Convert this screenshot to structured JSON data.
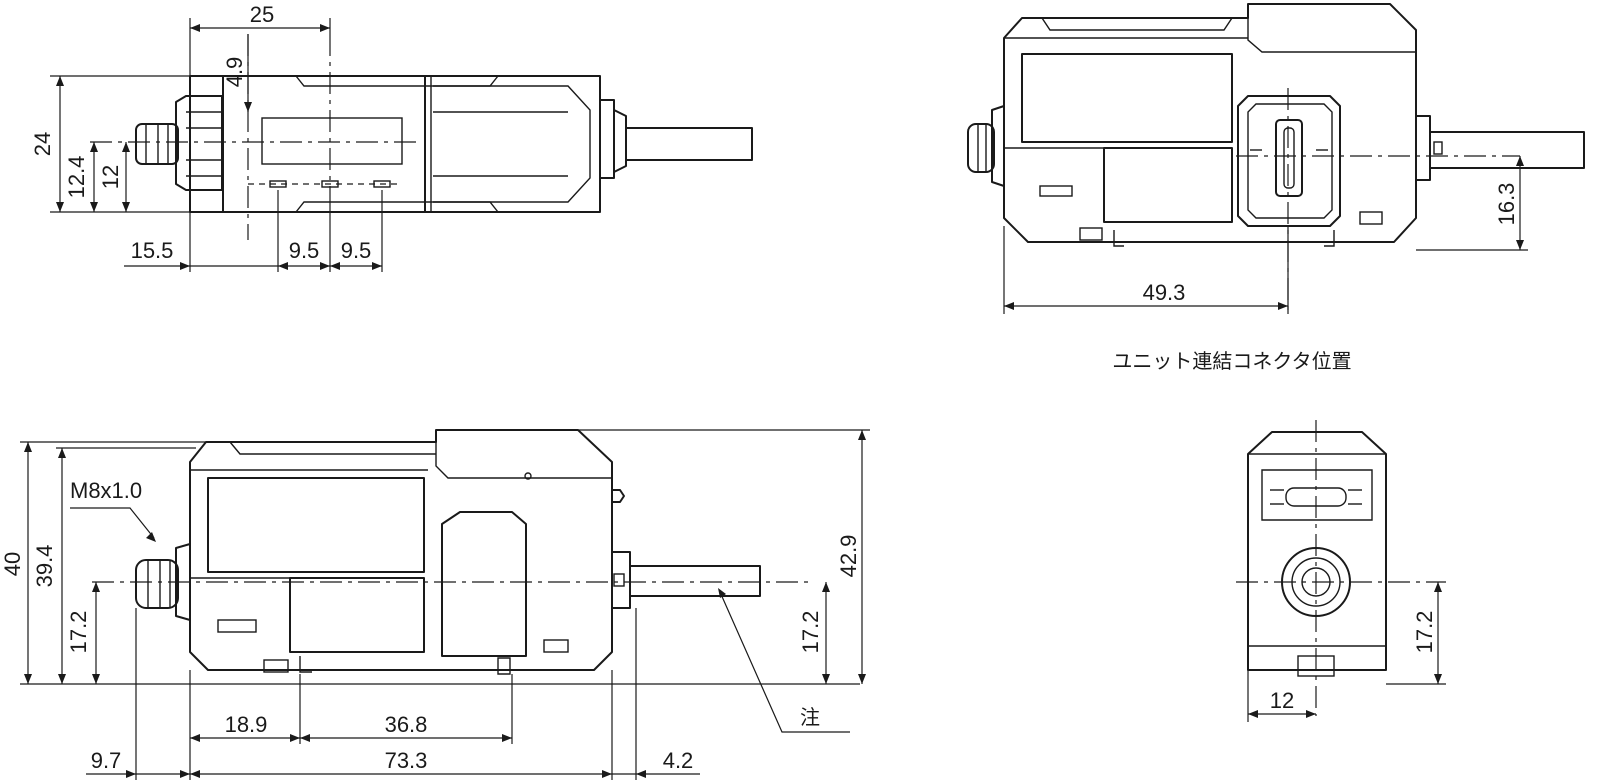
{
  "top_view": {
    "dims": [
      "25",
      "4.9",
      "24",
      "12.4",
      "12",
      "15.5",
      "9.5",
      "9.5"
    ]
  },
  "side_view": {
    "dims": [
      "49.3",
      "16.3"
    ],
    "caption": "ユニット連結コネクタ位置"
  },
  "front_view": {
    "thread": "M8x1.0",
    "note": "注",
    "dims": [
      "40",
      "39.4",
      "17.2",
      "17.2",
      "42.9",
      "18.9",
      "36.8",
      "9.7",
      "73.3",
      "4.2"
    ]
  },
  "end_view": {
    "dims": [
      "17.2",
      "12"
    ]
  }
}
